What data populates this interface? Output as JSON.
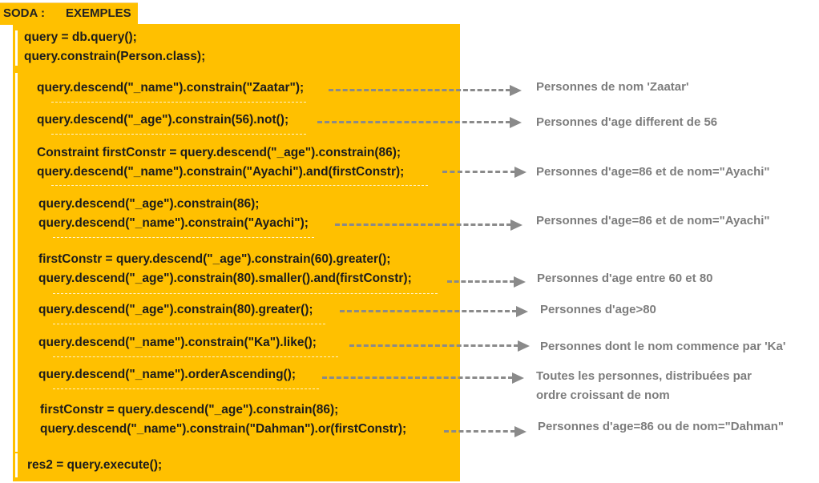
{
  "header": {
    "soda": "SODA :",
    "exemples": "EXEMPLES"
  },
  "code": {
    "l1": "query = db.query();",
    "l2": "query.constrain(Person.class);",
    "l3": "query.descend(\"_name\").constrain(\"Zaatar\");",
    "l4": "query.descend(\"_age\").constrain(56).not();",
    "l5": "Constraint firstConstr = query.descend(\"_age\").constrain(86);",
    "l6": "query.descend(\"_name\").constrain(\"Ayachi\").and(firstConstr);",
    "l7": "query.descend(\"_age\").constrain(86);",
    "l8": "query.descend(\"_name\").constrain(\"Ayachi\");",
    "l9": "firstConstr = query.descend(\"_age\").constrain(60).greater();",
    "l10": "query.descend(\"_age\").constrain(80).smaller().and(firstConstr);",
    "l11": "query.descend(\"_age\").constrain(80).greater();",
    "l12": "query.descend(\"_name\").constrain(\"Ka\").like();",
    "l13": "query.descend(\"_name\").orderAscending();",
    "l14": "firstConstr = query.descend(\"_age\").constrain(86);",
    "l15": "query.descend(\"_name\").constrain(\"Dahman\").or(firstConstr);",
    "l16": "res2 = query.execute();"
  },
  "desc": {
    "d1": "Personnes de nom 'Zaatar'",
    "d2": "Personnes d'age different de 56",
    "d3": "Personnes d'age=86 et de nom=\"Ayachi\"",
    "d4": "Personnes d'age=86 et de nom=\"Ayachi\"",
    "d5": "Personnes d'age entre 60 et 80",
    "d6": "Personnes d'age>80",
    "d7": "Personnes dont le nom commence par 'Ka'",
    "d8a": "Toutes les personnes, distribuées par",
    "d8b": "ordre croissant de nom",
    "d9": "Personnes d'age=86 ou de nom=\"Dahman\""
  }
}
